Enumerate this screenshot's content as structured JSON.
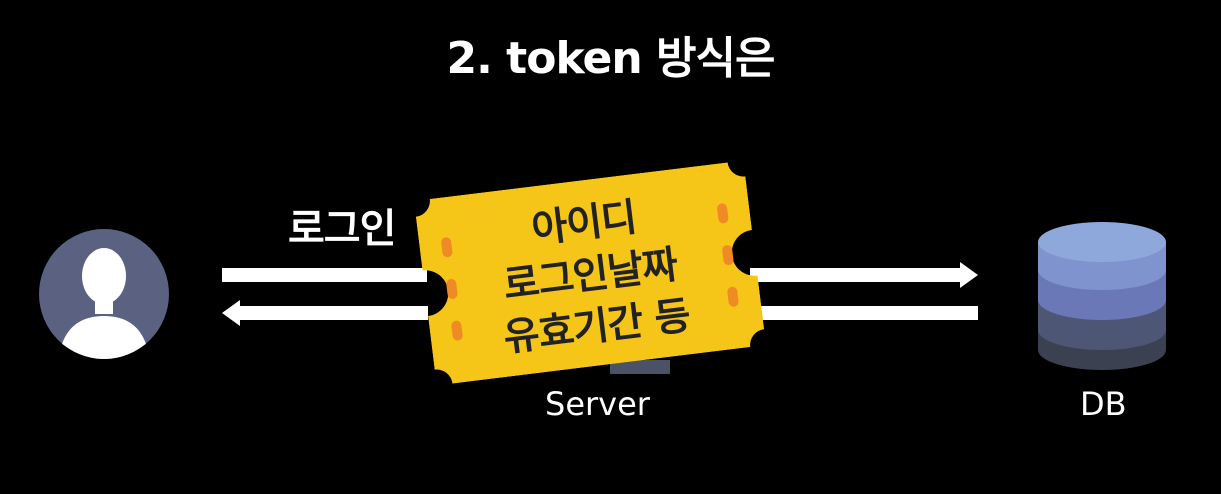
{
  "title": "2. token 방식은",
  "labels": {
    "login": "로그인",
    "server": "Server",
    "db": "DB"
  },
  "ticket": {
    "lines": [
      "아이디",
      "로그인날짜",
      "유효기간 등"
    ]
  },
  "colors": {
    "background": "#000000",
    "arrow": "#ffffff",
    "ticket_fill": "#f5c518",
    "ticket_dots": "#f08a24",
    "avatar_bg": "#5b6180",
    "db_top": "#8fa8dc",
    "db_mid": "#6a78b8",
    "db_low": "#4d5674",
    "db_bottom": "#3c4152"
  },
  "icons": {
    "user": "user-avatar-icon",
    "database": "database-icon",
    "ticket": "token-ticket-icon"
  }
}
